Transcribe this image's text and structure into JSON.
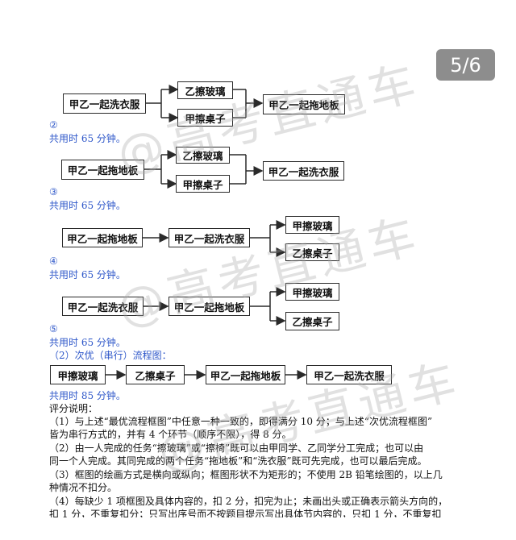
{
  "page_indicator": "5/6",
  "watermark": "@高考直通车",
  "diagram1": {
    "left": "甲乙一起洗衣服",
    "top": "乙擦玻璃",
    "bottom": "甲擦桌子",
    "right": "甲乙一起拖地板"
  },
  "label2": {
    "num": "②",
    "time": "共用时 65 分钟。"
  },
  "diagram2": {
    "left": "甲乙一起拖地板",
    "top": "乙擦玻璃",
    "bottom": "甲擦桌子",
    "right": "甲乙一起洗衣服"
  },
  "label3": {
    "num": "③",
    "time": "共用时 65 分钟。"
  },
  "diagram3": {
    "first": "甲乙一起拖地板",
    "second": "甲乙一起洗衣服",
    "top": "甲擦玻璃",
    "bottom": "乙擦桌子"
  },
  "label4": {
    "num": "④",
    "time": "共用时 65 分钟。"
  },
  "diagram4": {
    "first": "甲乙一起洗衣服",
    "second": "甲乙一起拖地板",
    "top": "甲擦玻璃",
    "bottom": "乙擦桌子"
  },
  "label5": {
    "num": "⑤",
    "time": "共用时 65 分钟。"
  },
  "serial_title": "（2）次优（串行）流程图：",
  "serial": [
    "甲擦玻璃",
    "乙擦桌子",
    "甲乙一起拖地板",
    "甲乙一起洗衣服"
  ],
  "serial_time": "共用时 85 分钟。",
  "scoring": {
    "title": "评分说明：",
    "lines": [
      "（1）与上述“最优流程框图”中任意一种一致的，即得满分 10 分；与上述“次优流程框图”",
      "皆为串行方式的，并有 4 个环节（顺序不限），得 8 分。",
      "（2）由一人完成的任务“擦玻璃”或“擦椅”既可以由甲同学、乙同学分工完成；也可以由",
      "同一个人完成。其同完成的两个任务“拖地板”和“洗衣服”既可先完成，也可以最后完成。",
      "（3）框图的绘画方式是横向或纵向；框图形状不为矩形的；不使用 2B 铅笔绘图的，以上几",
      "种情况不扣分。",
      "（4）每缺少 1 项框图及具体内容的，扣 2 分，扣完为止；未画出头或正确表示箭头方向的，",
      "扣 1 分，不重复扣分；只写出序号而不按题目提示写出具体节内容的，只扣 1 分，不重复扣"
    ]
  }
}
